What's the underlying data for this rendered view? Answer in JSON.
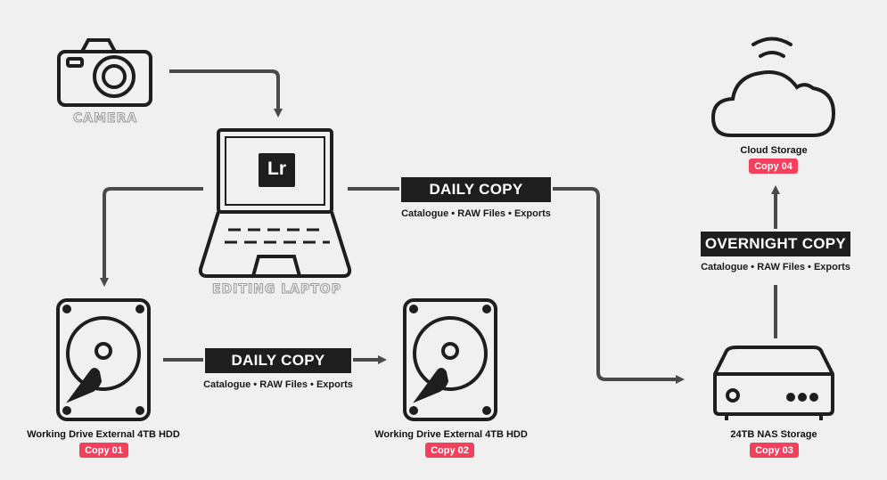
{
  "devices": {
    "camera": {
      "title": "CAMERA"
    },
    "laptop": {
      "title": "EDITING LAPTOP",
      "app_label": "Lr"
    },
    "drive1": {
      "name": "Working Drive External 4TB HDD",
      "badge": "Copy 01"
    },
    "drive2": {
      "name": "Working Drive External 4TB HDD",
      "badge": "Copy 02"
    },
    "nas": {
      "name": "24TB NAS Storage",
      "badge": "Copy 03"
    },
    "cloud": {
      "name": "Cloud Storage",
      "badge": "Copy 04"
    }
  },
  "flows": {
    "laptop_to_nas": {
      "label": "DAILY COPY",
      "detail": "Catalogue • RAW Files • Exports"
    },
    "drive1_to_drive2": {
      "label": "DAILY COPY",
      "detail": "Catalogue • RAW Files • Exports"
    },
    "nas_to_cloud": {
      "label": "OVERNIGHT COPY",
      "detail": "Catalogue • RAW Files • Exports"
    }
  },
  "colors": {
    "background": "#f0f0f0",
    "line": "#1e1e1e",
    "arrow": "#4a4a4a",
    "banner": "#1e1e1e",
    "badge": "#f2405d"
  }
}
